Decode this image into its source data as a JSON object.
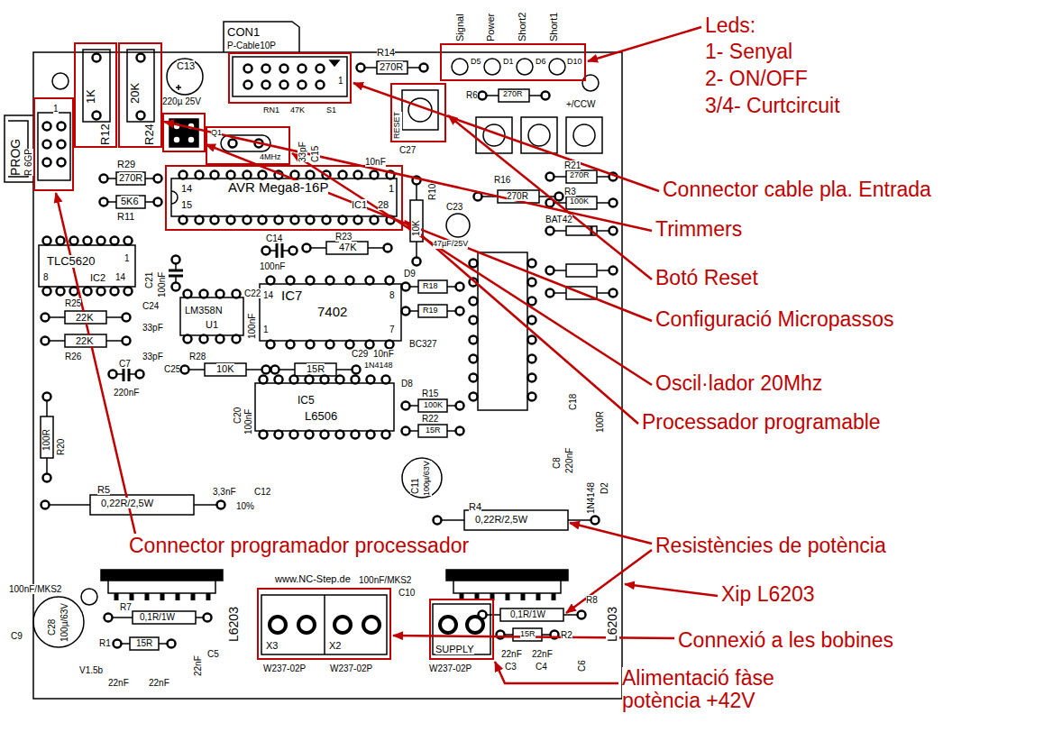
{
  "diagram": {
    "nodes": [
      {
        "text": [
          "1"
        ]
      },
      {
        "text": [
          "1K",
          "R12"
        ]
      },
      {
        "text": [
          "20K",
          "R24"
        ]
      },
      {
        "text": [
          "Q1",
          "4MHz"
        ]
      },
      {
        "text": [
          "1"
        ]
      },
      {
        "text": [
          "RESET"
        ]
      },
      {
        "text": [
          "D5",
          "D1",
          "D6",
          "D10"
        ]
      },
      {
        "text": [
          "14",
          "AVR Mega8-16P",
          "1",
          "15",
          "IC1",
          "28"
        ]
      },
      {
        "text": [
          "X3",
          "X2"
        ]
      },
      {
        "text": [
          "SUPPLY"
        ]
      }
    ],
    "labels": [
      "Leds:",
      "1- Senyal",
      "2- ON/OFF",
      "3/4- Curtcircuit",
      "Connector cable pla. Entrada",
      "Trimmers",
      "Botó Reset",
      "Configuració Micropassos",
      "Oscil·lador 20Mhz",
      "Processador programable",
      "Connector programador processador",
      "Resistències de potència",
      "Xip L6203",
      "Connexió a les bobines",
      "Alimentació fàse potència +42V",
      "CON1",
      "P-Cable10P",
      "R14",
      "270R",
      "Signal",
      "Power",
      "Short2",
      "Short1",
      "C13",
      "220µ 25V",
      "RN1",
      "47K",
      "S1",
      "33pF",
      "C15",
      "C27",
      "10nF",
      "R29",
      "270R",
      "5K6",
      "R11",
      "10K",
      "R10",
      "R16",
      "270R",
      "C23",
      "47µF/25V",
      "BAT42",
      "R21",
      "270R",
      "R3",
      "100K",
      "C14",
      "100nF",
      "R23",
      "47K",
      "TLC5620",
      "1",
      "IC2",
      "8",
      "14",
      "C21",
      "100nF",
      "R25",
      "22K",
      "R26",
      "22K",
      "C24",
      "33pF",
      "33pF",
      "C25",
      "LM358N",
      "U1",
      "C22",
      "100nF",
      "14",
      "IC7",
      "7402",
      "8",
      "1",
      "7",
      "R28",
      "10K",
      "15R",
      "C29",
      "10nF",
      "1N4148",
      "D8",
      "IC5",
      "L6506",
      "C20",
      "100nF",
      "3,3nF",
      "C12",
      "10%",
      "R5",
      "0,22R/2,5W",
      "C7",
      "220nF",
      "100R",
      "R20",
      "R4",
      "0,22R/2,5W",
      "R22",
      "15R",
      "R15",
      "100K",
      "BC327",
      "D9",
      "R18",
      "R19",
      "C8",
      "220nF",
      "C18",
      "100R",
      "1N4148",
      "D2",
      "www.NC-Step.de",
      "L6203",
      "L6203",
      "C28",
      "100µ/63V",
      "C11",
      "100µ/63V",
      "100nF/MKS2",
      "C9",
      "R7",
      "0,1R/1W",
      "R1",
      "15R",
      "22nF",
      "C5",
      "V1.5b",
      "22nF",
      "22nF",
      "C10",
      "100nF/MKS2",
      "R8",
      "0,1R/1W",
      "R2",
      "15R",
      "22nF",
      "22nF",
      "C3",
      "C4",
      "C6",
      "W237-02P",
      "W237-02P",
      "W237-02P",
      "PROG",
      "R 6GP",
      "R6",
      "270R",
      "+/CCW"
    ]
  }
}
